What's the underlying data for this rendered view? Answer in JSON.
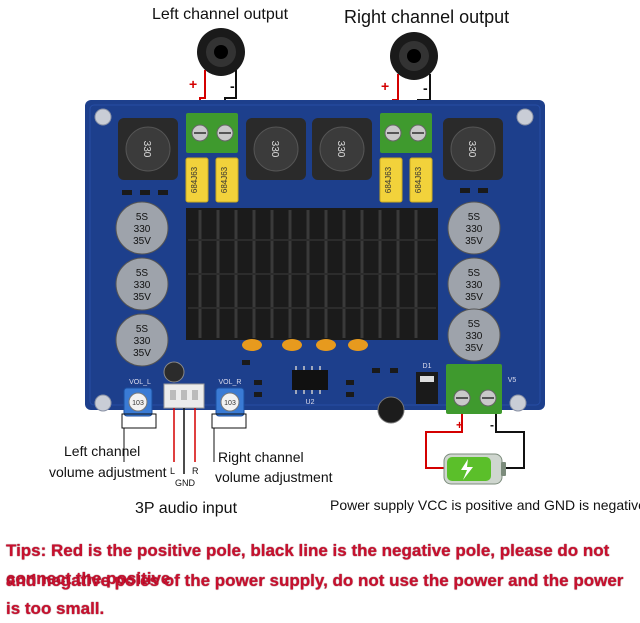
{
  "labels": {
    "left_output": "Left channel output",
    "right_output": "Right channel output",
    "plus": "+",
    "minus": "-",
    "left_vol_line1": "Left channel",
    "left_vol_line2": "volume adjustment",
    "right_vol_line1": "Right channel",
    "right_vol_line2": "volume adjustment",
    "input_l": "L",
    "input_gnd": "GND",
    "input_r": "R",
    "audio_input": "3P audio input",
    "power_supply": "Power supply VCC is positive and GND is negative"
  },
  "board_text": {
    "inductor": "330",
    "cap_lines": [
      "5S",
      "330",
      "35V"
    ],
    "film_cap": "684J63",
    "vol_l": "VOL_L",
    "vol_r": "VOL_R",
    "u2": "U2",
    "d1": "D1",
    "v5": "V5",
    "pot": "103"
  },
  "tips": {
    "line1": "Tips: Red is the positive pole, black line is the negative pole, please do not connect the positive",
    "line2": "and negative poles of the power supply, do not use the power and the power is too small."
  },
  "colors": {
    "pcb": "#1d3f8c",
    "wire_positive": "#d40000",
    "wire_negative": "#111111",
    "terminal": "#3f9a2e",
    "film_cap": "#f2d23b",
    "tips_text": "#c8102e"
  }
}
